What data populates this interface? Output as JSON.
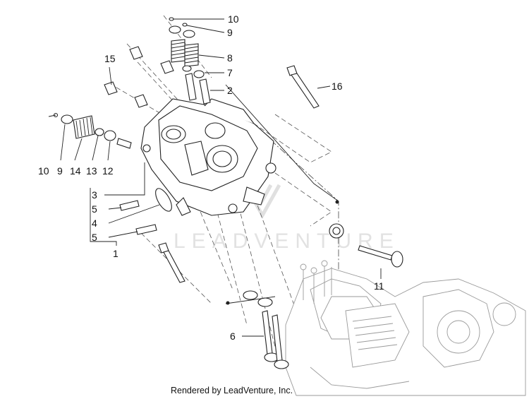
{
  "diagram": {
    "callouts": [
      {
        "id": "c10a",
        "label": "10"
      },
      {
        "id": "c9a",
        "label": "9"
      },
      {
        "id": "c8",
        "label": "8"
      },
      {
        "id": "c7",
        "label": "7"
      },
      {
        "id": "c2",
        "label": "2"
      },
      {
        "id": "c15",
        "label": "15"
      },
      {
        "id": "c16",
        "label": "16"
      },
      {
        "id": "c10b",
        "label": "10"
      },
      {
        "id": "c9b",
        "label": "9"
      },
      {
        "id": "c14",
        "label": "14"
      },
      {
        "id": "c13",
        "label": "13"
      },
      {
        "id": "c12",
        "label": "12"
      },
      {
        "id": "c3",
        "label": "3"
      },
      {
        "id": "c5a",
        "label": "5"
      },
      {
        "id": "c4",
        "label": "4"
      },
      {
        "id": "c5b",
        "label": "5"
      },
      {
        "id": "c1",
        "label": "1"
      },
      {
        "id": "c11",
        "label": "11"
      },
      {
        "id": "c6",
        "label": "6"
      }
    ],
    "watermark": "LEADVENTURE",
    "credit": "Rendered by LeadVenture, Inc."
  }
}
